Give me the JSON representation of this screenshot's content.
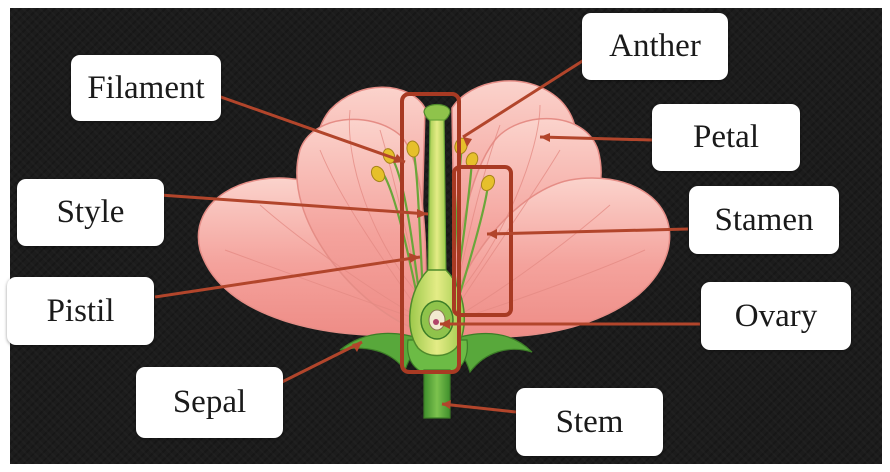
{
  "labels": {
    "filament": "Filament",
    "style": "Style",
    "pistil": "Pistil",
    "sepal": "Sepal",
    "anther": "Anther",
    "petal": "Petal",
    "stamen": "Stamen",
    "ovary": "Ovary",
    "stem": "Stem"
  },
  "colors": {
    "background": "#1c1c1c",
    "petal": "#f4a29c",
    "petal_highlight": "#fbd3cc",
    "leader_line": "#b2452b",
    "highlight_box": "#a83a23",
    "stem_green": "#57a93c",
    "pistil_yellow": "#d9e36b",
    "anther_yellow": "#e6c02b"
  }
}
